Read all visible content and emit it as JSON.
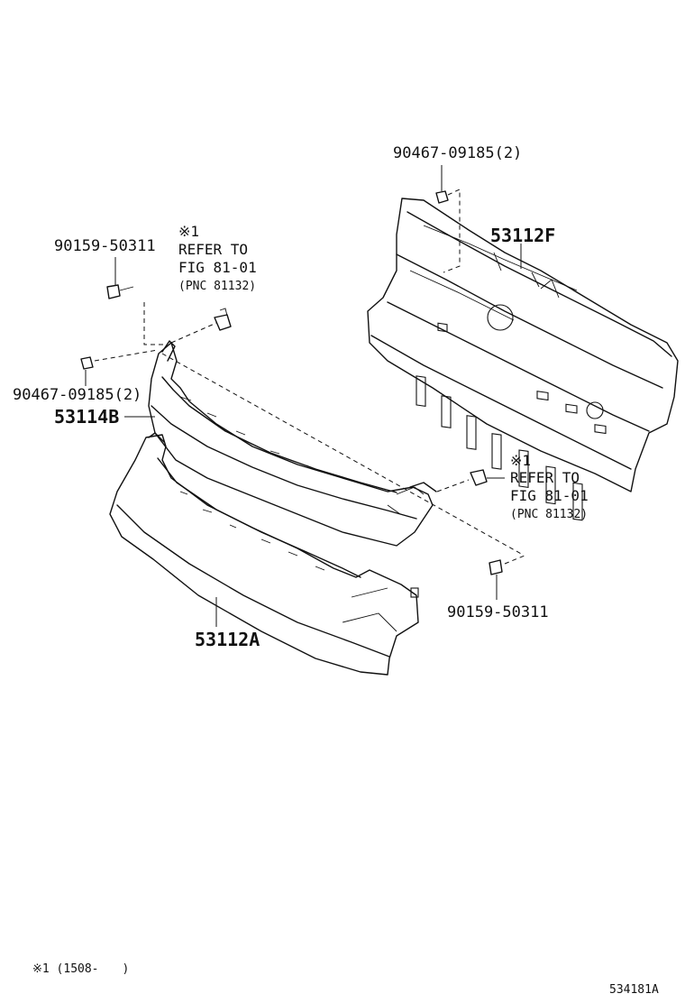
{
  "labels": {
    "p90467_top": "90467-09185(2)",
    "p53112F": "53112F",
    "p90159_left": "90159-50311",
    "ref1_mark": "※1",
    "ref1_line1": "REFER TO",
    "ref1_line2": "FIG 81-01",
    "ref1_line3": "(PNC 81132)",
    "p90467_left": "90467-09185(2)",
    "p53114B": "53114B",
    "ref2_mark": "※1",
    "ref2_line1": "REFER TO",
    "ref2_line2": "FIG 81-01",
    "ref2_line3": "(PNC 81132)",
    "p90159_right": "90159-50311",
    "p53112A": "53112A"
  },
  "footer": {
    "note": "※1 (1508-　　)",
    "figure_code": "534181A"
  }
}
